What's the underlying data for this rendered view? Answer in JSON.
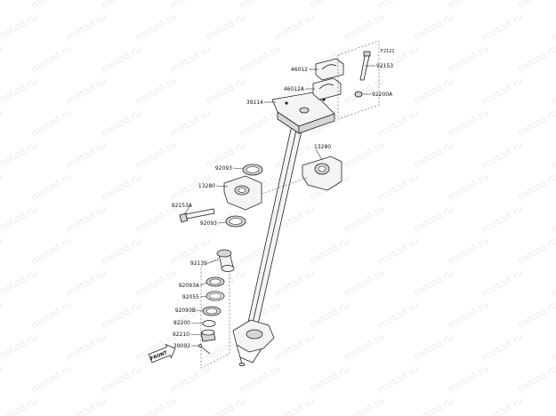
{
  "diagram": {
    "figure_code": "F2121",
    "watermark_text": "motod.ru",
    "front_label": "FRONT",
    "parts": [
      {
        "id": "92153",
        "label": "92153"
      },
      {
        "id": "46012",
        "label": "46012"
      },
      {
        "id": "46012A",
        "label": "46012A"
      },
      {
        "id": "92200A",
        "label": "92200A"
      },
      {
        "id": "39114",
        "label": "39114"
      },
      {
        "id": "13280-upper",
        "label": "13280"
      },
      {
        "id": "92093-upper",
        "label": "92093"
      },
      {
        "id": "13280-lower",
        "label": "13280"
      },
      {
        "id": "92153A",
        "label": "92153A"
      },
      {
        "id": "92093-lower",
        "label": "92093"
      },
      {
        "id": "92139",
        "label": "92139"
      },
      {
        "id": "92093A",
        "label": "92093A"
      },
      {
        "id": "92055",
        "label": "92055"
      },
      {
        "id": "92093B",
        "label": "92093B"
      },
      {
        "id": "92200",
        "label": "92200"
      },
      {
        "id": "92210",
        "label": "92210"
      },
      {
        "id": "39092",
        "label": "39092"
      }
    ]
  }
}
